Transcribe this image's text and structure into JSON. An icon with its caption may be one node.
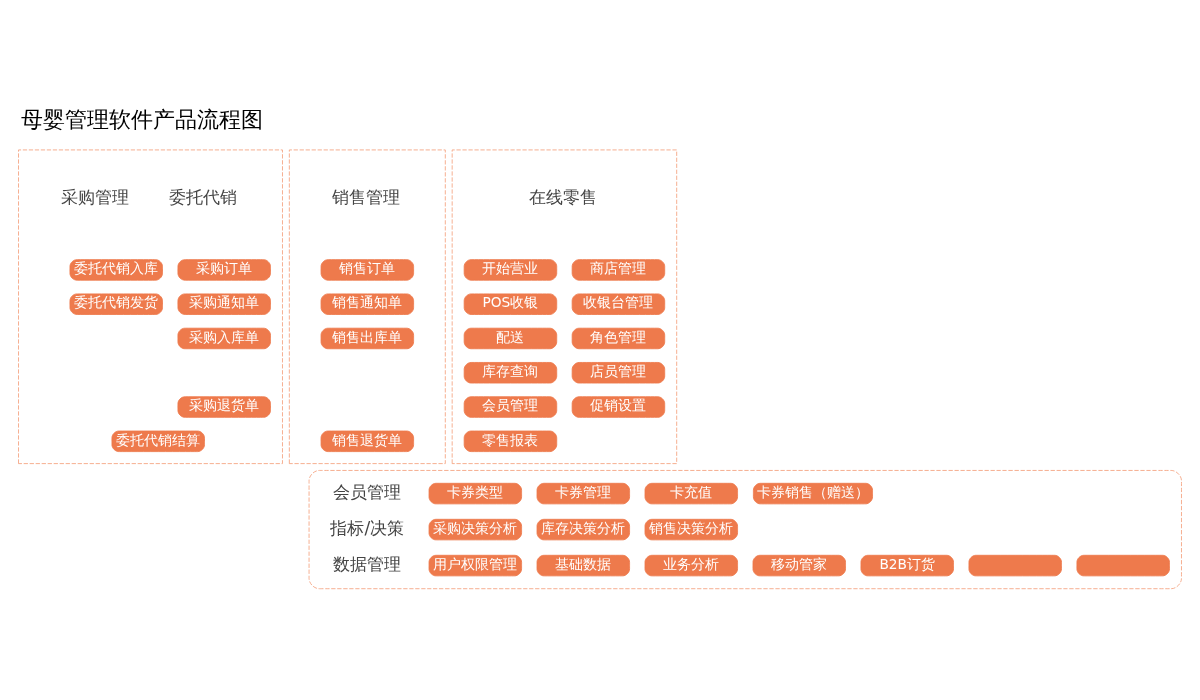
{
  "diagram": {
    "title": "母婴管理软件产品流程图",
    "nodes": [
      {
        "text": [
          "采购管理",
          "委托代销"
        ]
      },
      {
        "text": [
          "采购订单"
        ],
        "in": 0
      },
      {
        "text": [
          "采购通知单"
        ],
        "in": 0
      },
      {
        "text": [
          "采购入库单"
        ],
        "in": 0
      },
      {
        "text": [
          "采购退货单"
        ],
        "in": 0
      },
      {
        "text": [
          "委托代销入库"
        ],
        "in": 0
      },
      {
        "text": [
          "委托代销发货"
        ],
        "in": 0
      },
      {
        "text": [
          "委托代销结算"
        ],
        "in": 0
      },
      {
        "text": [
          "销售管理"
        ]
      },
      {
        "text": [
          "销售订单"
        ],
        "in": 8
      },
      {
        "text": [
          "销售通知单"
        ],
        "in": 8
      },
      {
        "text": [
          "销售出库单"
        ],
        "in": 8
      },
      {
        "text": [
          "销售退货单"
        ],
        "in": 8
      },
      {
        "text": [
          "在线零售"
        ]
      },
      {
        "text": [
          "商店管理"
        ],
        "in": 13
      },
      {
        "text": [
          "收银台管理"
        ],
        "in": 13
      },
      {
        "text": [
          "角色管理"
        ],
        "in": 13
      },
      {
        "text": [
          "店员管理"
        ],
        "in": 13
      },
      {
        "text": [
          "促销设置"
        ],
        "in": 13
      },
      {
        "text": [
          "开始营业"
        ],
        "in": 13
      },
      {
        "text": [
          "POS收银"
        ],
        "in": 13
      },
      {
        "text": [
          "配送"
        ],
        "in": 13
      },
      {
        "text": [
          "库存查询"
        ],
        "in": 13
      },
      {
        "text": [
          "会员管理"
        ],
        "in": 13
      },
      {
        "text": [
          "零售报表"
        ],
        "in": 13
      },
      {
        "text": [],
        "shape": "box"
      },
      {
        "text": [
          "卡券类型"
        ],
        "in": 25
      },
      {
        "text": [
          "卡券管理"
        ],
        "in": 25
      },
      {
        "text": [
          "卡充值"
        ],
        "in": 25
      },
      {
        "text": [
          "卡券销售（赠送）"
        ],
        "in": 25
      },
      {
        "text": [
          "采购决策分析"
        ],
        "in": 25
      },
      {
        "text": [
          "库存决策分析"
        ],
        "in": 25
      },
      {
        "text": [
          "销售决策分析"
        ],
        "in": 25
      },
      {
        "text": [
          "用户权限管理"
        ],
        "in": 25
      },
      {
        "text": [
          "基础数据"
        ],
        "in": 25
      },
      {
        "text": [
          "业务分析"
        ],
        "in": 25
      },
      {
        "text": [
          "移动管家"
        ],
        "in": 25
      },
      {
        "text": [
          "B2B订货"
        ],
        "in": 25
      },
      {
        "text": [],
        "shape": "box",
        "in": 25
      },
      {
        "text": [],
        "shape": "box",
        "in": 25
      }
    ],
    "labels": [
      "会员管理",
      "指标/决策",
      "数据管理"
    ]
  }
}
